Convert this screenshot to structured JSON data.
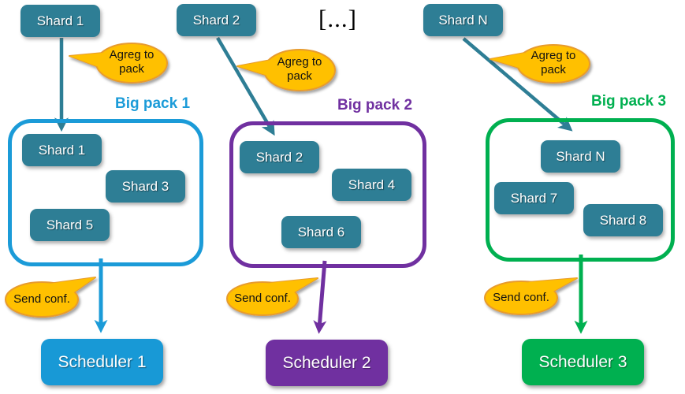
{
  "diagram": {
    "ellipsis": "[...]",
    "colors": {
      "shard_teal": "#2E7E95",
      "pack1_blue": "#1B9BD8",
      "pack2_purple": "#7030A0",
      "pack3_green": "#00B050",
      "bubble_gold": "#FFC000"
    },
    "columns": [
      {
        "top_shard": "Shard 1",
        "agreg_line1": "Agreg to",
        "agreg_line2": "pack",
        "pack_title": "Big pack 1",
        "pack_shards": [
          "Shard 1",
          "Shard 3",
          "Shard 5"
        ],
        "send_label": "Send conf.",
        "scheduler": "Scheduler 1"
      },
      {
        "top_shard": "Shard 2",
        "agreg_line1": "Agreg to",
        "agreg_line2": "pack",
        "pack_title": "Big pack 2",
        "pack_shards": [
          "Shard 2",
          "Shard 4",
          "Shard 6"
        ],
        "send_label": "Send conf.",
        "scheduler": "Scheduler 2"
      },
      {
        "top_shard": "Shard N",
        "agreg_line1": "Agreg to",
        "agreg_line2": "pack",
        "pack_title": "Big pack 3",
        "pack_shards": [
          "Shard N",
          "Shard 7",
          "Shard 8"
        ],
        "send_label": "Send conf.",
        "scheduler": "Scheduler 3"
      }
    ]
  }
}
